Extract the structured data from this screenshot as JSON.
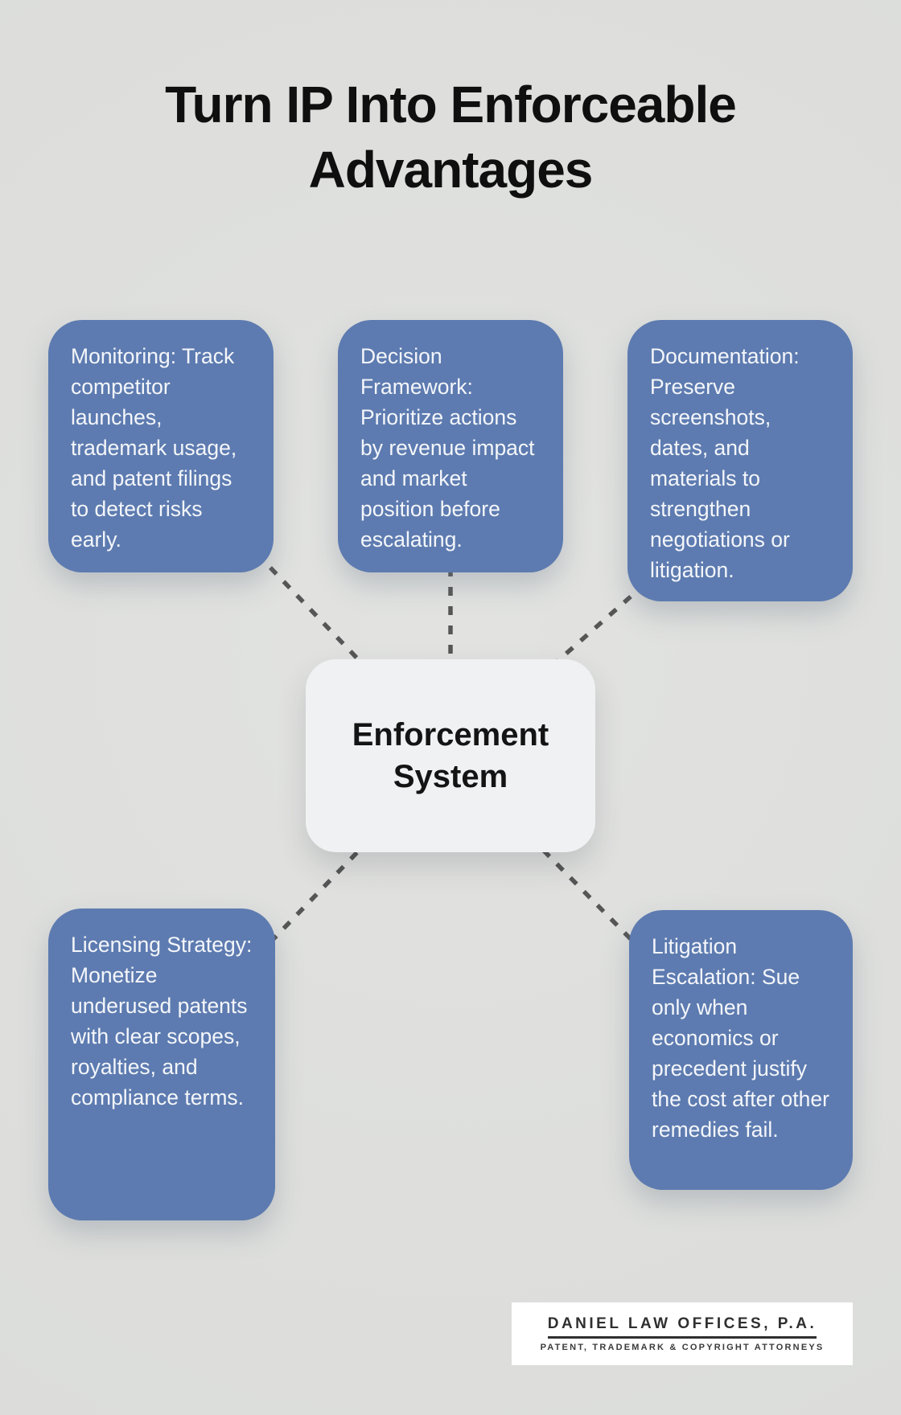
{
  "title": "Turn IP Into Enforceable Advantages",
  "center": {
    "label": "Enforcement System"
  },
  "nodes": [
    {
      "id": "monitoring",
      "text": "Monitoring: Track competitor launches, trademark usage, and patent filings to detect risks early."
    },
    {
      "id": "decision-framework",
      "text": "Decision Framework: Prioritize actions by revenue impact and market position before escalating."
    },
    {
      "id": "documentation",
      "text": "Documentation: Preserve screenshots, dates, and materials to strengthen negotiations or litigation."
    },
    {
      "id": "licensing-strategy",
      "text": "Licensing Strategy: Monetize underused patents with clear scopes, royalties, and compliance terms."
    },
    {
      "id": "litigation-escalation",
      "text": "Litigation Escalation: Sue only when economics or precedent justify the cost after other remedies fail."
    }
  ],
  "footer": {
    "firm_name": "DANIEL LAW OFFICES, P.A.",
    "firm_tagline": "PATENT, TRADEMARK & COPYRIGHT ATTORNEYS"
  },
  "colors": {
    "background": "#dfe0de",
    "node_fill": "#5d7bb0",
    "node_text": "#f4f6fa",
    "center_fill": "#f0f1f3",
    "center_text": "#141414",
    "connector": "#565656",
    "title_text": "#0f0f0f"
  }
}
